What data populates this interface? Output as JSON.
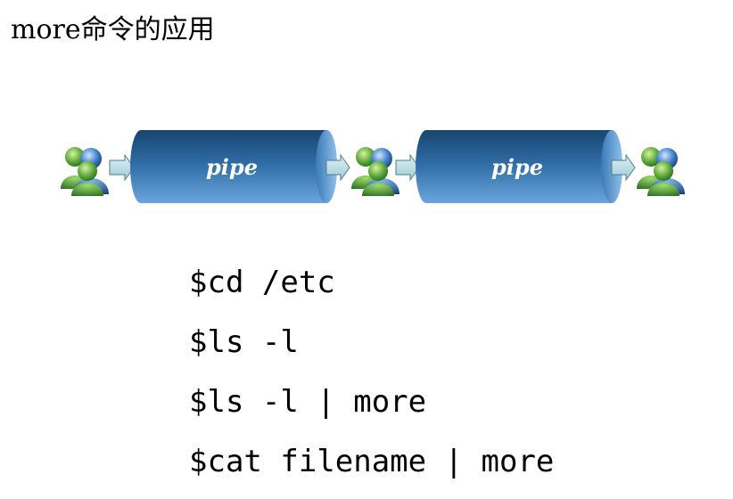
{
  "slide": {
    "title": "more命令的应用"
  },
  "diagram": {
    "pipes": [
      {
        "label": "pipe"
      },
      {
        "label": "pipe"
      }
    ],
    "icons": [
      "users-icon",
      "users-icon",
      "users-icon"
    ],
    "colors": {
      "pipe_dark": "#1d4f7d",
      "pipe_light": "#6fa5d9",
      "arrow": "#b3d7e0"
    }
  },
  "commands": [
    "$cd /etc",
    "$ls -l",
    "$ls -l | more",
    "$cat filename | more"
  ]
}
